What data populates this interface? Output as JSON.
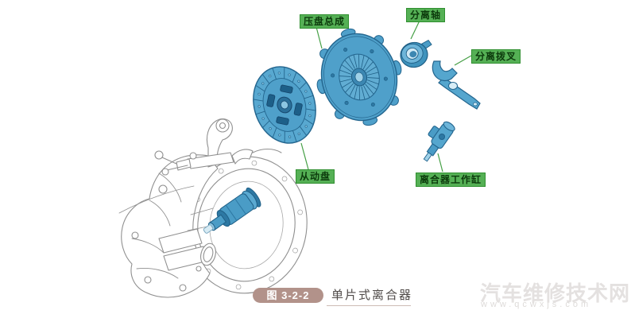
{
  "figure": {
    "caption": {
      "tag": "图 3-2-2",
      "title": "单片式离合器"
    }
  },
  "parts": [
    {
      "id": "pressure-plate",
      "label": "压盘总成"
    },
    {
      "id": "release-bearing",
      "label": "分离轴"
    },
    {
      "id": "release-fork",
      "label": "分离拨叉"
    },
    {
      "id": "driven-plate",
      "label": "从动盘"
    },
    {
      "id": "clutch-working-cylinder",
      "label": "离合器工作缸"
    }
  ],
  "watermark": {
    "site_name": "汽车维修技术网",
    "site_url": "www.qcwxjs.com"
  },
  "colors": {
    "label_bg": "#55b055",
    "label_border": "#2f8f2f",
    "label_text": "#0c3a0c",
    "leader_line": "#46a046",
    "part_fill": "#55a6ce",
    "part_stroke": "#23658e",
    "line_art": "#909090",
    "caption_pill_bg": "#b2928a",
    "caption_pill_text": "#ffffff",
    "caption_text": "#4f4a48",
    "watermark_text": "#e4e1e0"
  }
}
